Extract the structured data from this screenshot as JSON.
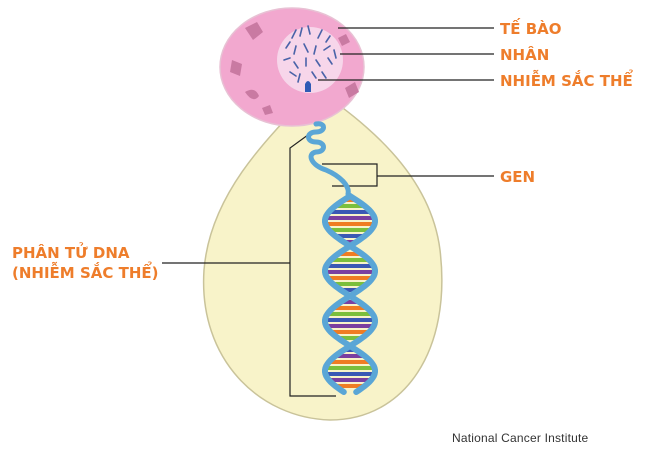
{
  "labels": {
    "cell": "TẾ BÀO",
    "nucleus": "NHÂN",
    "chromosome": "NHIỄM SẮC THỂ",
    "gene": "GEN",
    "dna_line1": "PHÂN TỬ DNA",
    "dna_line2": "(NHIỄM SẮC THỂ)"
  },
  "credit": "National Cancer Institute",
  "colors": {
    "label": "#ee7d2b",
    "cell_fill": "#f2a8cf",
    "nucleus_fill": "#f7d6ea",
    "bubble_fill": "#f8f3c9",
    "bubble_stroke": "#c9c39a",
    "dna_strand": "#5aa6d6",
    "base_pairs": [
      "#ef7c22",
      "#7bbf3c",
      "#3a58b4",
      "#7a3fa0"
    ]
  }
}
